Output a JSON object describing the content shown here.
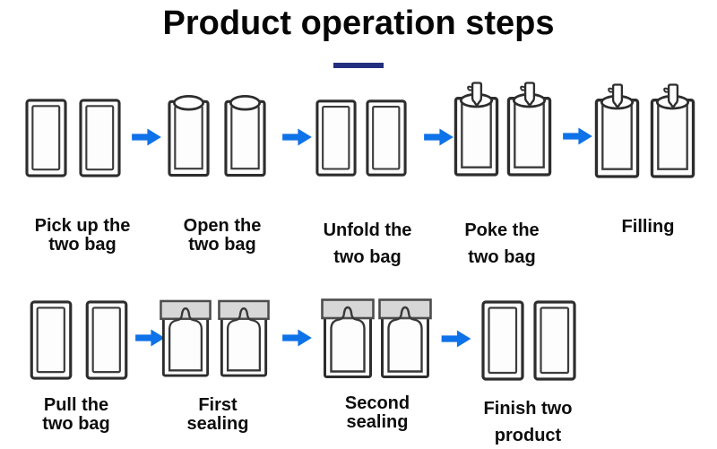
{
  "title": {
    "text": "Product operation steps"
  },
  "colors": {
    "arrow": "#0e72e8",
    "title_underline": "#232f7e",
    "bag_outline": "#2d2d2d",
    "seal_bar": "#d7d7d7"
  },
  "rows": [
    {
      "steps": [
        {
          "icon": "flat-bag",
          "label_line1": "Pick up the",
          "label_line2": "two bag"
        },
        {
          "icon": "open-bag",
          "label_line1": "Open the",
          "label_line2": "two bag"
        },
        {
          "icon": "flat-bag",
          "label_line1": "Unfold the",
          "label_line2": "two bag"
        },
        {
          "icon": "spout-bag",
          "label_line1": "Poke the",
          "label_line2": "two bag"
        },
        {
          "icon": "spout-bag",
          "label_line1": "Filling"
        }
      ]
    },
    {
      "steps": [
        {
          "icon": "flat-bag",
          "label_line1": "Pull the",
          "label_line2": "two bag"
        },
        {
          "icon": "seal-bag",
          "label_line1": "First",
          "label_line2": "sealing"
        },
        {
          "icon": "seal-bag",
          "label_line1": "Second",
          "label_line2": "sealing"
        },
        {
          "icon": "flat-bag",
          "label_line1": "Finish two",
          "label_line2": "product"
        }
      ]
    }
  ]
}
